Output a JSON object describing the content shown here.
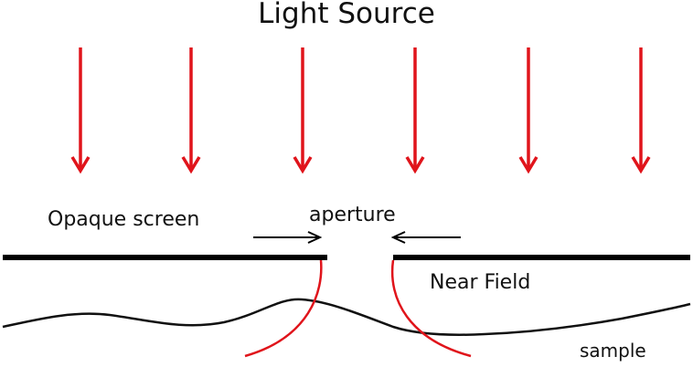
{
  "title": "Light Source",
  "labels": {
    "opaque_screen": "Opaque screen",
    "aperture": "aperture",
    "near_field": "Near Field",
    "sample": "sample"
  },
  "colors": {
    "light_arrows": "#e0141b",
    "near_field_curves": "#e0141b",
    "screen": "#000000",
    "sample_line": "#111111",
    "text": "#111111"
  },
  "icons": [
    "down-arrow-icon",
    "right-arrow-icon",
    "left-arrow-icon"
  ]
}
